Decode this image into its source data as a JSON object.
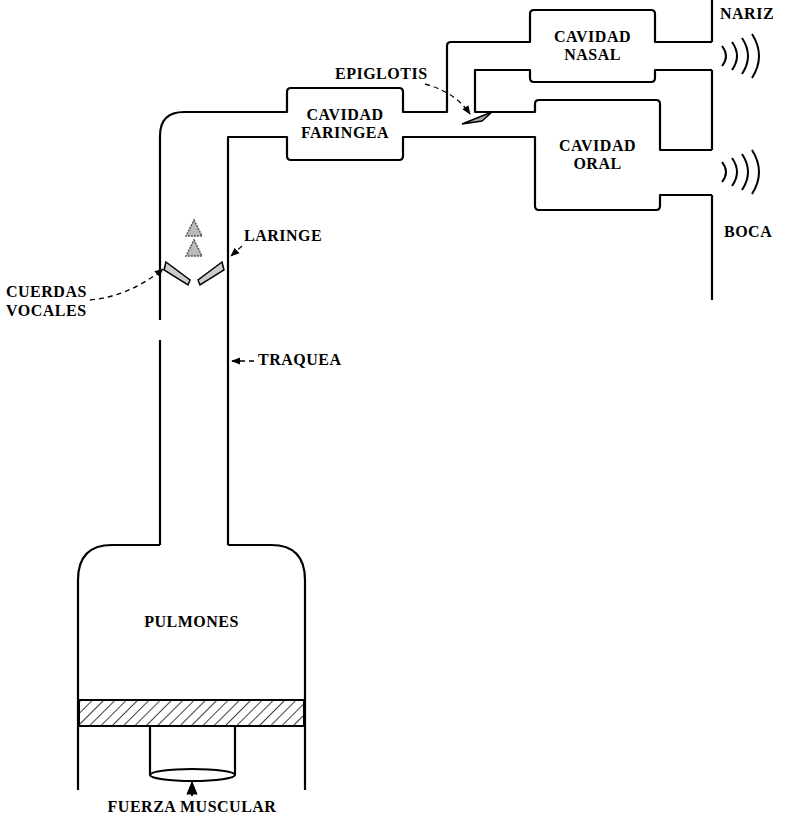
{
  "diagram": {
    "nodes": [
      {
        "text": [
          "CAVIDAD NASAL"
        ]
      },
      {
        "text": [
          "CAVIDAD FARINGEA"
        ]
      },
      {
        "text": [
          "CAVIDAD ORAL"
        ]
      },
      {
        "text": [
          "PULMONES"
        ]
      }
    ],
    "labels": [
      "EPIGLOTIS",
      "NARIZ",
      "BOCA",
      "LARINGE",
      "CUERDAS VOCALES",
      "TRAQUEA",
      "FUERZA MUSCULAR"
    ]
  }
}
